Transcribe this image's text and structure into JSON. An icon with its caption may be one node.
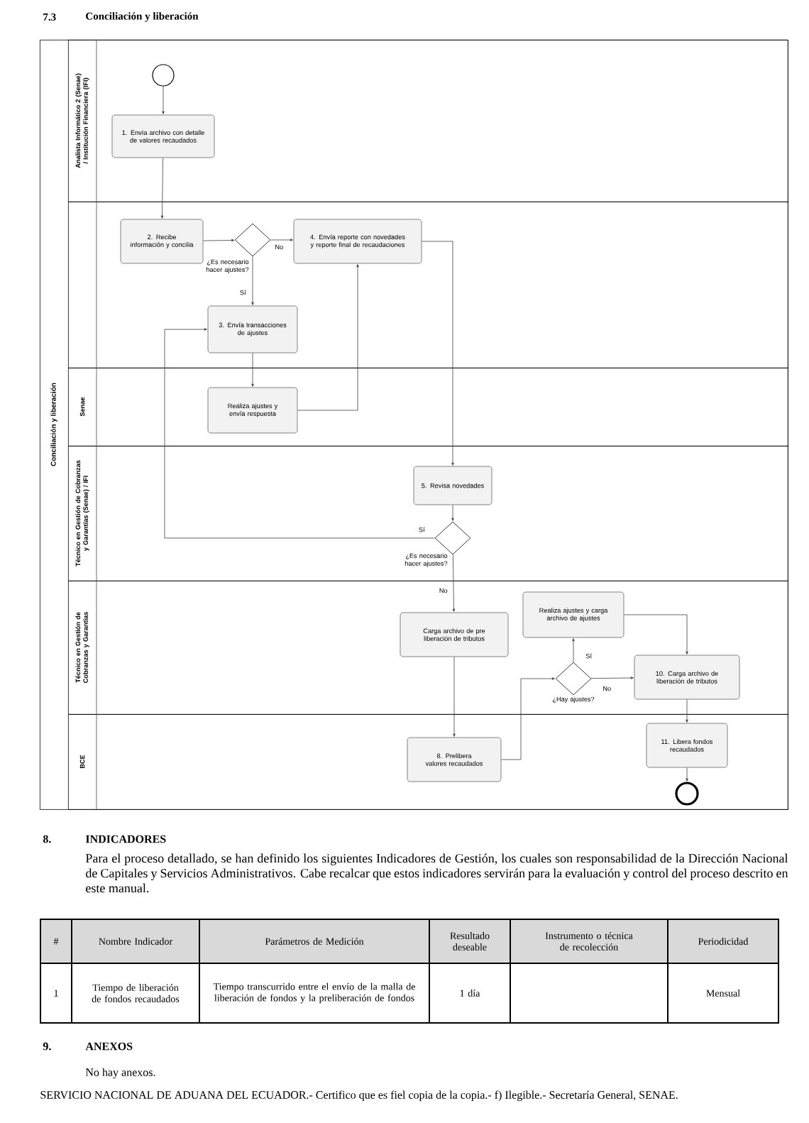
{
  "diagram": {
    "title": "Conciliación y liberación",
    "nodes": [
      {
        "text": [
          "Conciliación y liberación"
        ]
      },
      {
        "text": [
          "Analista Informático 2 (Senae) / Institución Financiera (IFI)"
        ],
        "in": 0
      },
      {
        "text": [],
        "shape": "box",
        "in": 0
      },
      {
        "text": [
          "Senae"
        ],
        "in": 0
      },
      {
        "text": [
          "Técnico en Gestión de Cobranzas y Garantías (Senae) / IFI"
        ],
        "in": 0
      },
      {
        "text": [
          "Técnico en Gestión de Cobranzas y Garantías"
        ],
        "in": 0
      },
      {
        "text": [
          "BCE"
        ],
        "in": 0
      },
      {
        "text": [],
        "shape": "circle",
        "in": 1
      },
      {
        "text": [
          "1. Envía archivo con detalle de valores recaudados"
        ],
        "in": 1
      },
      {
        "text": [
          "2. Recibe información y concilia"
        ],
        "in": 2
      },
      {
        "text": [],
        "shape": "diamond",
        "in": 2,
        "beside": [
          "¿Es necesario hacer ajustes?"
        ]
      },
      {
        "text": [
          "4. Envía reporte con novedades y reporte final de recaudaciones"
        ],
        "in": 2
      },
      {
        "text": [
          "3. Envía transacciones de ajustes"
        ],
        "in": 2
      },
      {
        "text": [
          "Realiza ajustes y envía respuesta"
        ],
        "in": 3
      },
      {
        "text": [
          "5. Revisa novedades"
        ],
        "in": 4
      },
      {
        "text": [],
        "shape": "diamond",
        "in": 4,
        "beside": [
          "¿Es necesario hacer ajustes?"
        ]
      },
      {
        "text": [
          "Carga archivo de pre liberación de tributos"
        ],
        "in": 5
      },
      {
        "text": [
          "Realiza ajustes y carga archivo de ajustes"
        ],
        "in": 5
      },
      {
        "text": [],
        "shape": "diamond",
        "in": 5,
        "beside": [
          "¿Hay ajustes?"
        ]
      },
      {
        "text": [
          "10. Carga archivo de liberación de tributos"
        ],
        "in": 5
      },
      {
        "text": [
          "8. Prelibera valores recaudados"
        ],
        "in": 6
      },
      {
        "text": [
          "11. Libera fondos recaudados"
        ],
        "in": 6
      },
      {
        "text": [],
        "shape": "circle",
        "in": 6
      }
    ],
    "edges": [
      {
        "from": 7,
        "to": 8,
        "arrow": "to"
      },
      {
        "from": 8,
        "to": 9,
        "arrow": "to"
      },
      {
        "from": 9,
        "to": 10,
        "arrow": "to"
      },
      {
        "from": 10,
        "to": 11,
        "arrow": "to",
        "label": "No"
      },
      {
        "from": 10,
        "to": 12,
        "arrow": "to",
        "label": "Sí"
      },
      {
        "from": 12,
        "to": 13,
        "arrow": "to"
      },
      {
        "from": 13,
        "to": 11,
        "arrow": "to"
      },
      {
        "from": 11,
        "to": 14,
        "arrow": "to"
      },
      {
        "from": 14,
        "to": 15,
        "arrow": "to"
      },
      {
        "from": 15,
        "to": 12,
        "arrow": "to",
        "label": "Sí"
      },
      {
        "from": 15,
        "to": 16,
        "arrow": "to",
        "label": "No"
      },
      {
        "from": 16,
        "to": 20,
        "arrow": "to"
      },
      {
        "from": 20,
        "to": 18,
        "arrow": "to"
      },
      {
        "from": 18,
        "to": 17,
        "arrow": "to",
        "label": "Sí"
      },
      {
        "from": 18,
        "to": 19,
        "arrow": "to",
        "label": "No"
      },
      {
        "from": 17,
        "to": 19,
        "arrow": "to"
      },
      {
        "from": 19,
        "to": 21,
        "arrow": "to"
      },
      {
        "from": 21,
        "to": 22,
        "arrow": "to"
      }
    ],
    "labels": [
      "7.3",
      "8.",
      "INDICADORES",
      "Para el proceso detallado, se han definido los siguientes Indicadores de Gestión, los cuales son responsabilidad de la Dirección Nacional de Capitales y Servicios Administrativos. Cabe recalcar que estos indicadores servirán para la evaluación y control del proceso descrito en este manual.",
      "#",
      "Nombre Indicador",
      "Parámetros de Medición",
      "Resultado deseable",
      "Instrumento o técnica de recolección",
      "Periodicidad",
      "1",
      "Tiempo de liberación de fondos recaudados",
      "Tiempo transcurrido entre el envío de la malla de liberación de fondos y la preliberación de fondos",
      "1 día",
      "Mensual",
      "9.",
      "ANEXOS",
      "No hay anexos.",
      "SERVICIO NACIONAL DE ADUANA DEL ECUADOR.- Certifico que es fiel copia de la copia.- f) Ilegible.- Secretaría General, SENAE."
    ]
  }
}
